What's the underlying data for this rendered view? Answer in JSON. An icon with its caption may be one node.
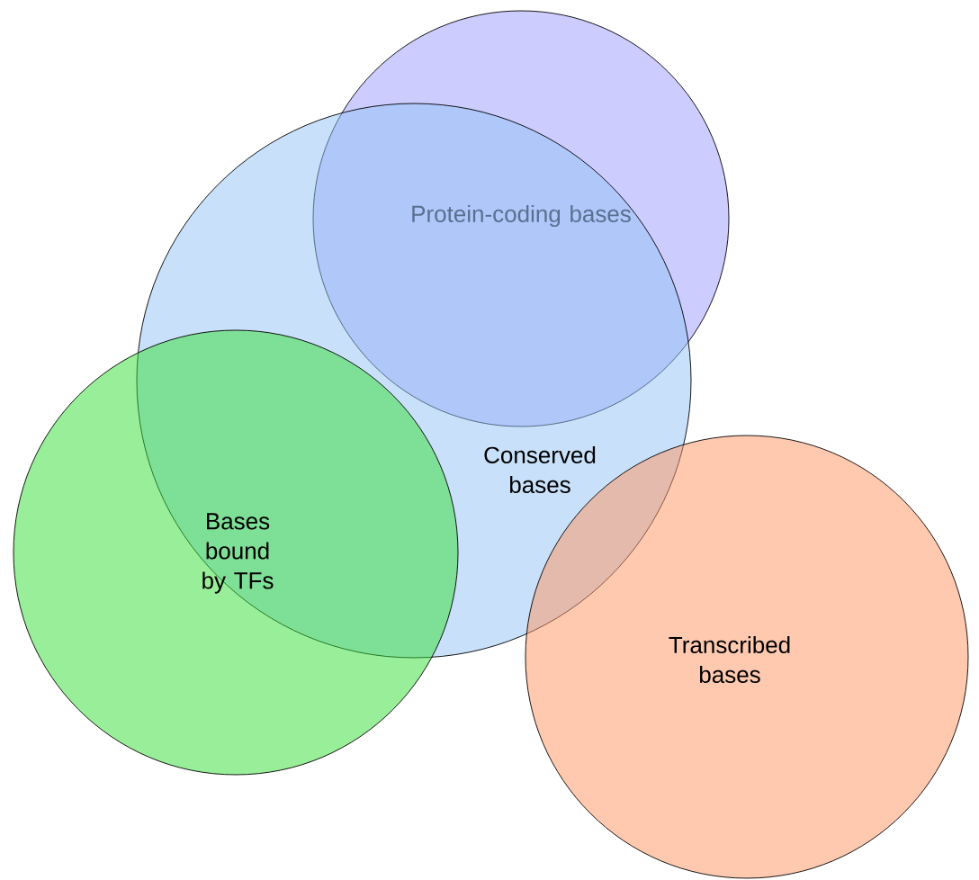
{
  "diagram": {
    "nodes": [
      {
        "text": [
          "Protein-coding bases"
        ]
      },
      {
        "text": [
          "Conserved bases"
        ]
      },
      {
        "text": [
          "Bases bound by TFs"
        ]
      },
      {
        "text": [
          "Transcribed bases"
        ]
      }
    ]
  }
}
